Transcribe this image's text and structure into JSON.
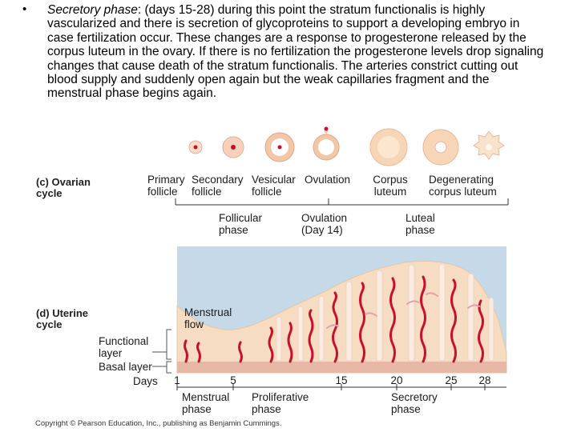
{
  "slide": {
    "bullet": "•",
    "term": "Secretory phase",
    "body": ": (days 15-28) during this point the stratum functionalis is highly vascularized and there is secretion of glycoproteins to support a developing embryo in case fertilization occur. These changes are a response to progesterone released by the corpus luteum in the ovary. If there is no fertilization the progesterone levels drop signaling changes that cause death of the stratum functionalis. The arteries constrict cutting out blood supply and suddenly open again but the weak capillaries fragment and the menstrual phase begins again."
  },
  "figure": {
    "ovarian_section": {
      "letter": "(c) Ovarian",
      "word": "cycle"
    },
    "ovarian_stages": [
      {
        "line1": "Primary",
        "line2": "follicle"
      },
      {
        "line1": "Secondary",
        "line2": "follicle"
      },
      {
        "line1": "Vesicular",
        "line2": "follicle"
      },
      {
        "line1": "Ovulation",
        "line2": ""
      },
      {
        "line1": "Corpus",
        "line2": "luteum"
      },
      {
        "line1": "Degenerating",
        "line2": "corpus luteum"
      }
    ],
    "ovarian_phases": [
      {
        "line1": "Follicular",
        "line2": "phase"
      },
      {
        "line1": "Ovulation",
        "line2": "(Day 14)"
      },
      {
        "line1": "Luteal",
        "line2": "phase"
      }
    ],
    "uterine_section": {
      "letter": "(d) Uterine",
      "word": "cycle"
    },
    "menstrual_flow": {
      "line1": "Menstrual",
      "line2": "flow"
    },
    "layers": {
      "functional_1": "Functional",
      "functional_2": "layer",
      "basal": "Basal layer",
      "days": "Days"
    },
    "day_ticks": [
      "1",
      "5",
      "15",
      "20",
      "25",
      "28"
    ],
    "uterine_phases": [
      {
        "line1": "Menstrual",
        "line2": "phase"
      },
      {
        "line1": "Proliferative",
        "line2": "phase"
      },
      {
        "line1": "Secretory",
        "line2": "phase"
      }
    ],
    "copyright": "Copyright © Pearson Education, Inc., publishing as Benjamin Cummings."
  },
  "colors": {
    "endometrium": "#f6dcc0",
    "endometrium_edge": "#e9c3a8",
    "basal": "#e8b8a6",
    "background_band": "#c6d9e8",
    "artery": "#c8102e",
    "artery_light": "#e3a0a8",
    "gland": "#fbeee6",
    "follicle_outer": "#f3c6a8",
    "follicle_inner": "#ffffff"
  }
}
